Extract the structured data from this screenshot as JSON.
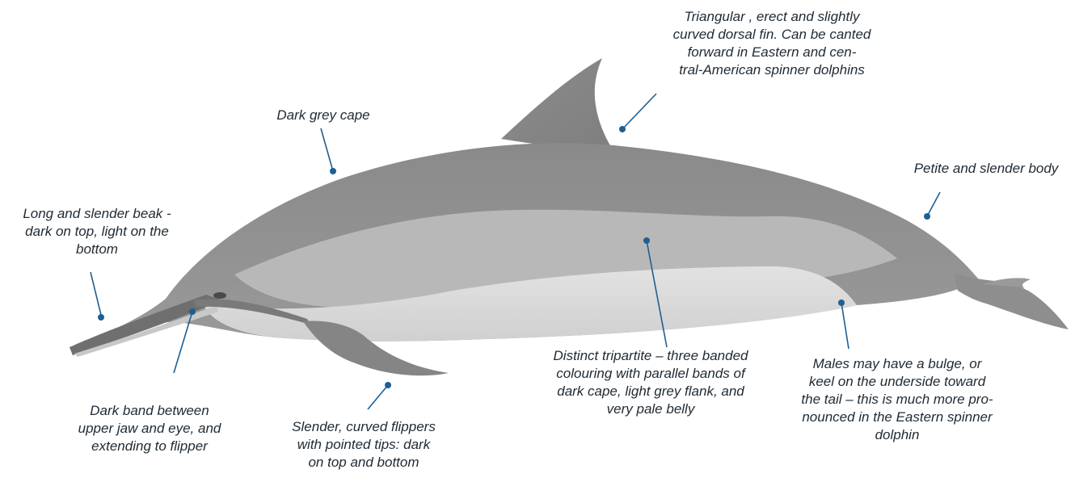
{
  "colors": {
    "pointer_line": "#1f5f92",
    "pointer_dot": "#1f5f92",
    "text": "#1f2a33",
    "cape": "#8d8d8d",
    "flank": "#b9b9b9",
    "belly": "#dedede"
  },
  "labels": {
    "dorsal_fin": [
      "Triangular , erect and slightly",
      "curved dorsal fin. Can be canted",
      "forward in Eastern  and cen-",
      "tral-American spinner dolphins"
    ],
    "cape": [
      "Dark grey cape"
    ],
    "body": [
      "Petite and slender body"
    ],
    "beak": [
      "Long and slender beak  -",
      "dark on top, light on the",
      "bottom"
    ],
    "tripartite": [
      "Distinct tripartite – three banded",
      "colouring with parallel bands of",
      "dark cape, light grey flank, and",
      "very pale belly"
    ],
    "keel": [
      "Males may have a  bulge, or",
      "keel on the underside toward",
      "the tail – this is much more pro-",
      "nounced in the Eastern spinner",
      "dolphin"
    ],
    "dark_band": [
      "Dark band between",
      "upper jaw and eye, and",
      "extending to flipper"
    ],
    "flippers": [
      "Slender, curved flippers",
      "with pointed tips: dark",
      "on top and bottom"
    ]
  }
}
